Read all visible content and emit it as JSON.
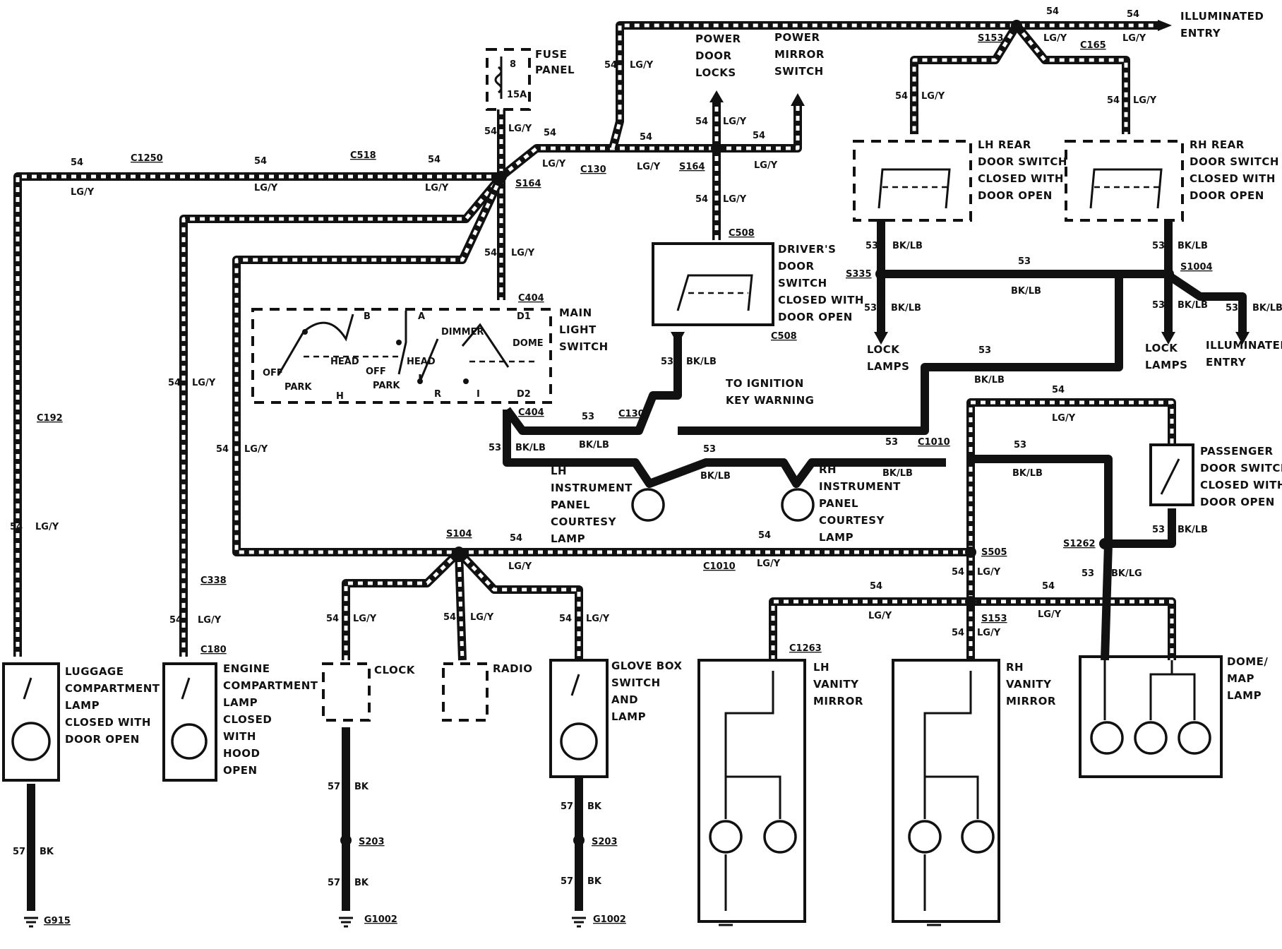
{
  "labels": {
    "fuse_panel": [
      "FUSE",
      "PANEL"
    ],
    "fuse_pins": [
      "8",
      "15A"
    ],
    "power_door_locks": [
      "POWER",
      "DOOR",
      "LOCKS"
    ],
    "power_mirror_switch": [
      "POWER",
      "MIRROR",
      "SWITCH"
    ],
    "illuminated_entry_top": [
      "ILLUMINATED",
      "ENTRY"
    ],
    "lh_rear_door_switch": [
      "LH REAR",
      "DOOR SWITCH",
      "CLOSED WITH",
      "DOOR OPEN"
    ],
    "rh_rear_door_switch": [
      "RH REAR",
      "DOOR SWITCH",
      "CLOSED WITH",
      "DOOR OPEN"
    ],
    "drivers_door_switch": [
      "DRIVER'S",
      "DOOR",
      "SWITCH",
      "CLOSED WITH",
      "DOOR OPEN"
    ],
    "main_light_switch": [
      "MAIN",
      "LIGHT",
      "SWITCH"
    ],
    "main_switch_inner": [
      "B",
      "A",
      "D1",
      "DIMMER",
      "DOME",
      "OFF",
      "HEAD",
      "PARK",
      "H",
      "OFF",
      "HEAD",
      "PARK",
      "R",
      "I",
      "D2"
    ],
    "to_ignition": [
      "TO IGNITION",
      "KEY WARNING"
    ],
    "lock_lamps_left": [
      "LOCK",
      "LAMPS"
    ],
    "lock_lamps_right": [
      "LOCK",
      "LAMPS"
    ],
    "illuminated_entry_right": [
      "ILLUMINATED",
      "ENTRY"
    ],
    "lh_ip_courtesy": [
      "LH",
      "INSTRUMENT",
      "PANEL",
      "COURTESY",
      "LAMP"
    ],
    "rh_ip_courtesy": [
      "RH",
      "INSTRUMENT",
      "PANEL",
      "COURTESY",
      "LAMP"
    ],
    "passenger_door_switch": [
      "PASSENGER",
      "DOOR SWITCH",
      "CLOSED WITH",
      "DOOR OPEN"
    ],
    "luggage_lamp": [
      "LUGGAGE",
      "COMPARTMENT",
      "LAMP",
      "CLOSED WITH",
      "DOOR OPEN"
    ],
    "engine_lamp": [
      "ENGINE",
      "COMPARTMENT",
      "LAMP",
      "CLOSED",
      "WITH",
      "HOOD",
      "OPEN"
    ],
    "clock": "CLOCK",
    "radio": "RADIO",
    "glove_box": [
      "GLOVE BOX",
      "SWITCH",
      "AND",
      "LAMP"
    ],
    "lh_vanity": [
      "LH",
      "VANITY",
      "MIRROR"
    ],
    "rh_vanity": [
      "RH",
      "VANITY",
      "MIRROR"
    ],
    "dome_map": [
      "DOME/",
      "MAP",
      "LAMP"
    ]
  },
  "connectors": {
    "C1250": "C1250",
    "C518": "C518",
    "C130a": "C130",
    "C130b": "C130",
    "C165": "C165",
    "C508a": "C508",
    "C508b": "C508",
    "C404a": "C404",
    "C404b": "C404",
    "C1010a": "C1010",
    "C1010b": "C1010",
    "C192": "C192",
    "C338": "C338",
    "C180": "C180",
    "C1263": "C1263"
  },
  "splices": {
    "S164a": "S164",
    "S164b": "S164",
    "S153a": "S153",
    "S153b": "S153",
    "S335": "S335",
    "S1004": "S1004",
    "S104": "S104",
    "S505": "S505",
    "S1262": "S1262",
    "S203a": "S203",
    "S203b": "S203"
  },
  "grounds": {
    "G915": "G915",
    "G1002a": "G1002",
    "G1002b": "G1002"
  },
  "wire_codes": {
    "c54": "54",
    "c53": "53",
    "c57": "57",
    "lgy": "LG/Y",
    "bklb": "BK/LB",
    "bklg": "BK/LG",
    "bk": "BK"
  }
}
